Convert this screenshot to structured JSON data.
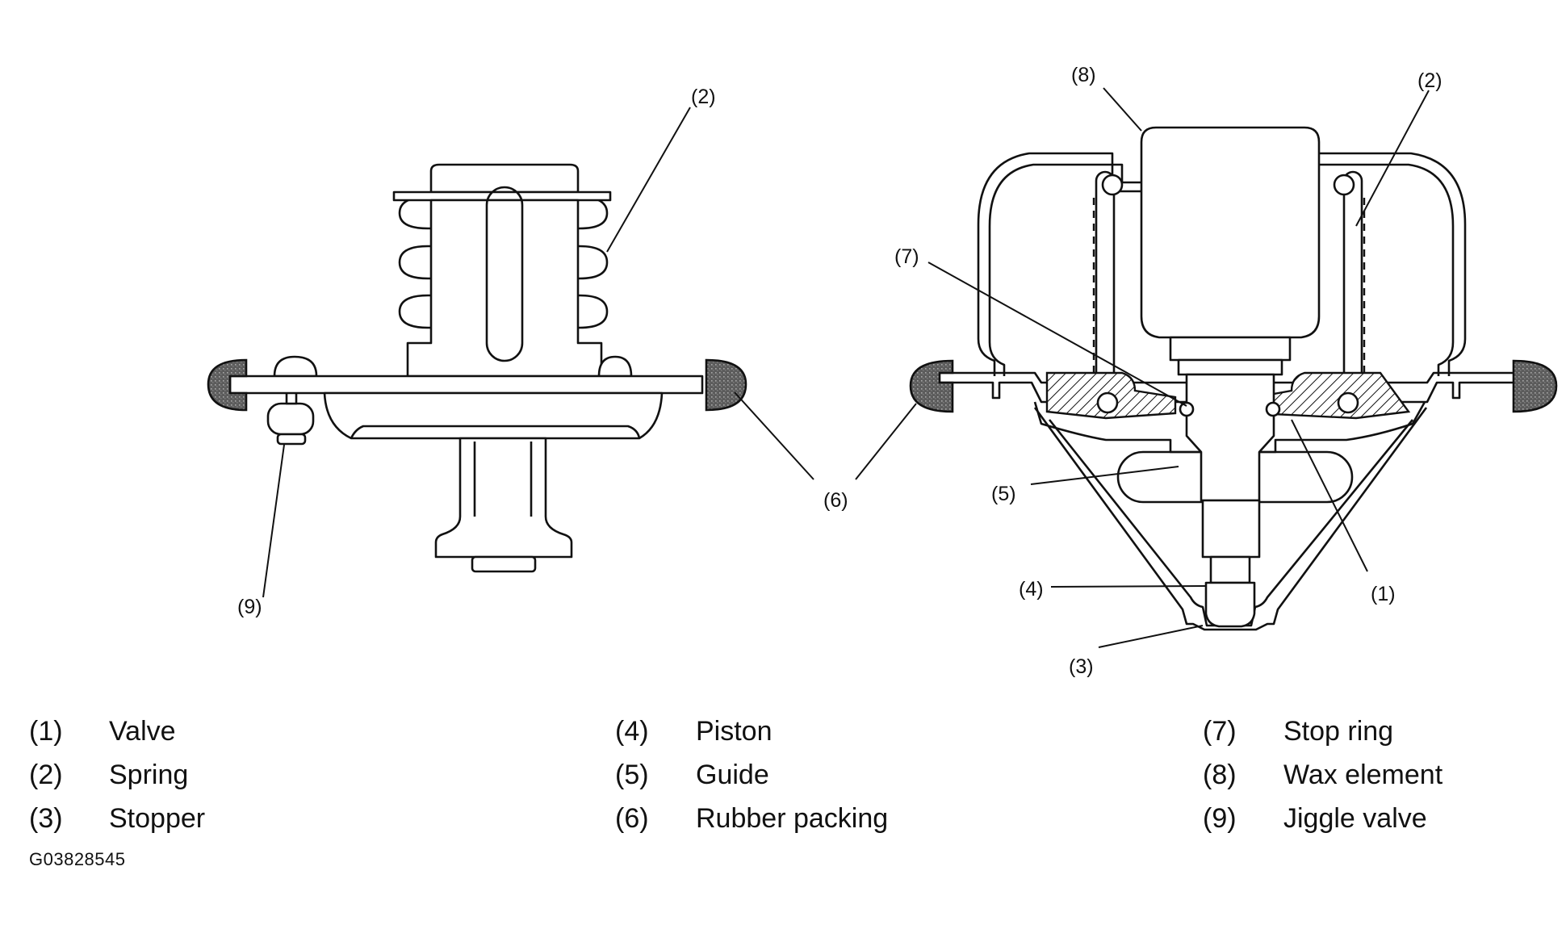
{
  "callouts": {
    "c1": "(1)",
    "c2": "(2)",
    "c3": "(3)",
    "c4": "(4)",
    "c5": "(5)",
    "c6": "(6)",
    "c7": "(7)",
    "c8": "(8)",
    "c9": "(9)"
  },
  "legend": [
    {
      "num": "(1)",
      "label": "Valve"
    },
    {
      "num": "(2)",
      "label": "Spring"
    },
    {
      "num": "(3)",
      "label": "Stopper"
    },
    {
      "num": "(4)",
      "label": "Piston"
    },
    {
      "num": "(5)",
      "label": "Guide"
    },
    {
      "num": "(6)",
      "label": "Rubber packing"
    },
    {
      "num": "(7)",
      "label": "Stop ring"
    },
    {
      "num": "(8)",
      "label": "Wax element"
    },
    {
      "num": "(9)",
      "label": "Jiggle valve"
    }
  ],
  "figure_code": "G03828545"
}
